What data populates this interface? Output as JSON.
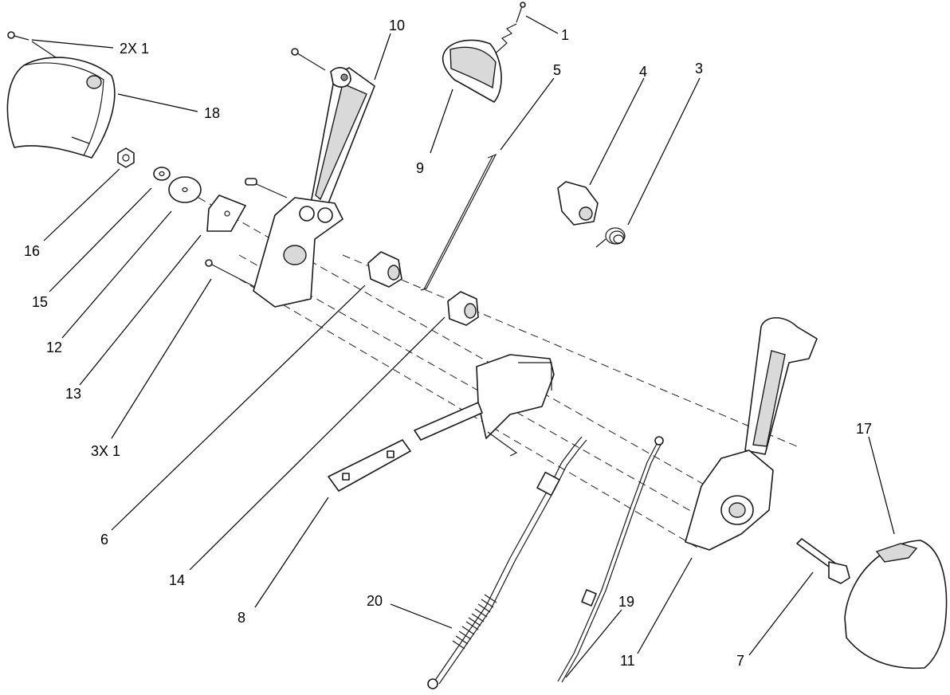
{
  "callouts": [
    {
      "id": "c1",
      "text": "1"
    },
    {
      "id": "c2x1",
      "text": "2X 1"
    },
    {
      "id": "c3",
      "text": "3"
    },
    {
      "id": "c3x1",
      "text": "3X 1"
    },
    {
      "id": "c4",
      "text": "4"
    },
    {
      "id": "c5",
      "text": "5"
    },
    {
      "id": "c6",
      "text": "6"
    },
    {
      "id": "c7",
      "text": "7"
    },
    {
      "id": "c8",
      "text": "8"
    },
    {
      "id": "c9",
      "text": "9"
    },
    {
      "id": "c10",
      "text": "10"
    },
    {
      "id": "c11",
      "text": "11"
    },
    {
      "id": "c12",
      "text": "12"
    },
    {
      "id": "c13",
      "text": "13"
    },
    {
      "id": "c14",
      "text": "14"
    },
    {
      "id": "c15",
      "text": "15"
    },
    {
      "id": "c16",
      "text": "16"
    },
    {
      "id": "c17",
      "text": "17"
    },
    {
      "id": "c18",
      "text": "18"
    },
    {
      "id": "c19",
      "text": "19"
    },
    {
      "id": "c20",
      "text": "20"
    }
  ]
}
